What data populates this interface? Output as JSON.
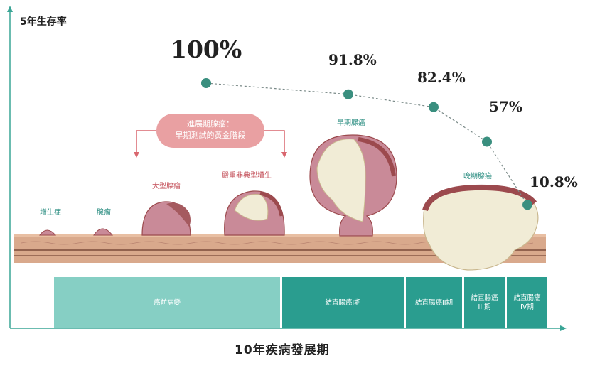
{
  "y_axis_title": "5年生存率",
  "x_axis_title": "10年疾病發展期",
  "callout": {
    "line1": "進展期腺瘤：",
    "line2": "早期測試的黃金階段"
  },
  "stage_labels": {
    "hyperplasia": "增生症",
    "adenoma": "腺瘤",
    "large_adenoma": "大型腺瘤",
    "severe_dysplasia": "嚴重非典型增生",
    "early_cancer": "早期腺癌",
    "late_cancer": "晚期腺癌"
  },
  "colors": {
    "teal_dark": "#2a9d8f",
    "teal_light": "#86cfc4",
    "axis": "#3aa596",
    "dot": "#3a8f7f",
    "tissue": "#d9a98c",
    "polyp": "#c98a98",
    "tumor_core": "#f1ecd6",
    "crust": "#9c4a4e",
    "callout": "#e9a0a2"
  },
  "chart_data": {
    "type": "line",
    "x": [
      "癌前病變",
      "結直腸癌I期",
      "結直腸癌II期",
      "結直腸癌III期",
      "結直腸癌IV期"
    ],
    "series": [
      {
        "values": [
          100,
          91.8,
          82.4,
          57,
          10.8
        ]
      }
    ],
    "data_labels": [
      "100%",
      "91.8%",
      "82.4%",
      "57%",
      "10.8%"
    ],
    "ylabel": "5年生存率",
    "xlabel": "10年疾病發展期",
    "stage_bands": [
      {
        "line1": "癌前病變",
        "line2": ""
      },
      {
        "line1": "結直腸癌I期",
        "line2": ""
      },
      {
        "line1": "結直腸癌II期",
        "line2": ""
      },
      {
        "line1": "結直腸癌",
        "line2": "III期"
      },
      {
        "line1": "結直腸癌",
        "line2": "IV期"
      }
    ],
    "grid": false
  }
}
